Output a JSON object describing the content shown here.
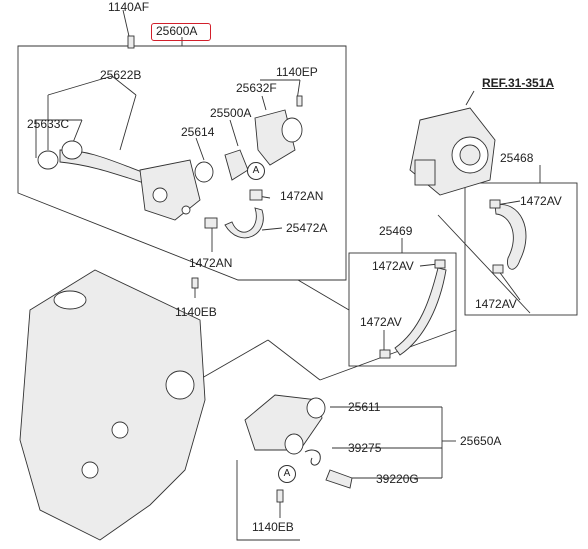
{
  "labels": {
    "p1140AF": "1140AF",
    "p25600A": "25600A",
    "p25622B": "25622B",
    "p1140EP": "1140EP",
    "p25632F": "25632F",
    "p25633C": "25633C",
    "p25614": "25614",
    "p25500A": "25500A",
    "p1472AN_a": "1472AN",
    "p25472A": "25472A",
    "p1472AN_b": "1472AN",
    "p1140EB_top": "1140EB",
    "ref": "REF.31-351A",
    "p25468": "25468",
    "p1472AV_a": "1472AV",
    "p25469": "25469",
    "p1472AV_b": "1472AV",
    "p1472AV_c": "1472AV",
    "p1472AV_d": "1472AV",
    "p25611": "25611",
    "p39275": "39275",
    "p25650A": "25650A",
    "p39220G": "39220G",
    "p1140EB_bottom": "1140EB"
  },
  "callouts": {
    "a_top": "A",
    "a_bottom": "A"
  },
  "colors": {
    "highlight": "#d21f2b",
    "line": "#333333"
  }
}
